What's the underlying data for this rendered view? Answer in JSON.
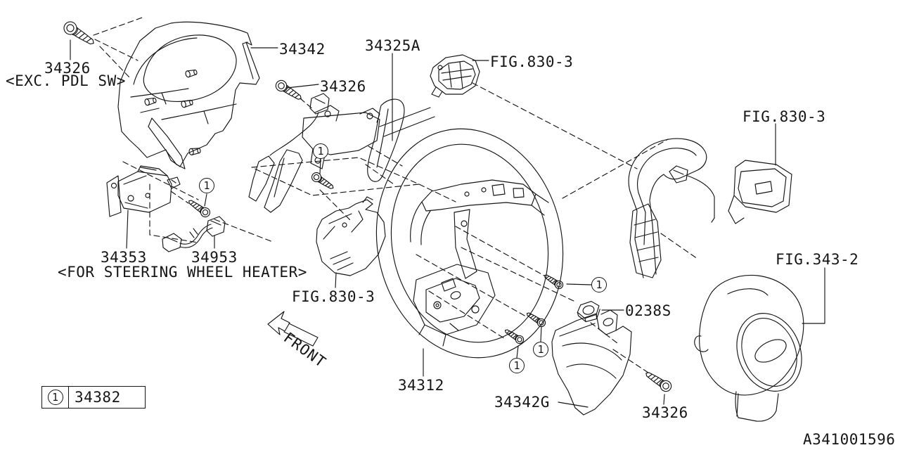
{
  "colors": {
    "background": "#ffffff",
    "ink": "#161616"
  },
  "labels": [
    {
      "name": "part-34326-top",
      "text": "34326"
    },
    {
      "name": "note-exc-pdl-sw",
      "text": "<EXC. PDL SW>"
    },
    {
      "name": "part-34342",
      "text": "34342"
    },
    {
      "name": "part-34325a",
      "text": "34325A"
    },
    {
      "name": "fig-830-3-top",
      "text": "FIG.830-3"
    },
    {
      "name": "part-34326-mid",
      "text": "34326"
    },
    {
      "name": "fig-830-3-right",
      "text": "FIG.830-3"
    },
    {
      "name": "part-34353",
      "text": "34353"
    },
    {
      "name": "part-34953",
      "text": "34953"
    },
    {
      "name": "note-steering-wheel-heater",
      "text": "<FOR STEERING WHEEL HEATER>"
    },
    {
      "name": "fig-830-3-bottom",
      "text": "FIG.830-3"
    },
    {
      "name": "fig-343-2",
      "text": "FIG.343-2"
    },
    {
      "name": "part-0238s",
      "text": "0238S"
    },
    {
      "name": "part-34312",
      "text": "34312"
    },
    {
      "name": "part-34342g",
      "text": "34342G"
    },
    {
      "name": "part-34326-bottom",
      "text": "34326"
    },
    {
      "name": "front-direction",
      "text": "FRONT"
    },
    {
      "name": "diagram-number",
      "text": "A341001596"
    }
  ],
  "callouts": [
    {
      "n": "1"
    },
    {
      "n": "1"
    },
    {
      "n": "1"
    },
    {
      "n": "1"
    },
    {
      "n": "1"
    }
  ],
  "legend": {
    "ref": "1",
    "part": "34382"
  }
}
